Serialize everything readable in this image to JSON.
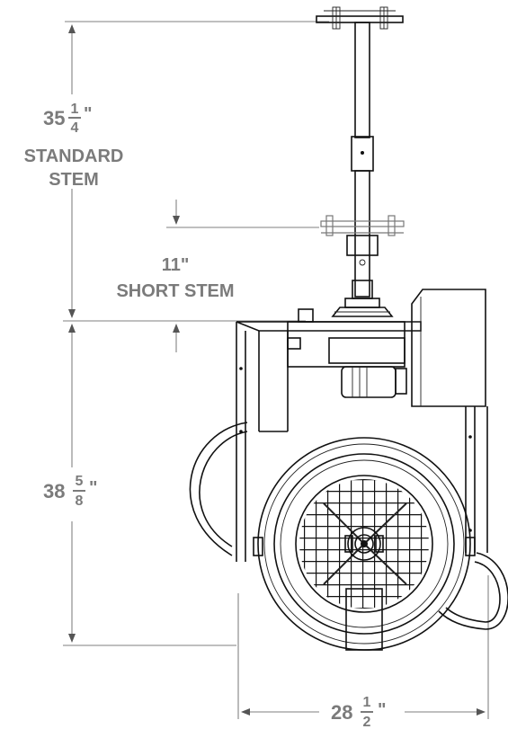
{
  "dimensions": {
    "standard_stem": {
      "whole": "35",
      "numerator": "1",
      "denominator": "4",
      "unit": "\"",
      "label_line1": "STANDARD",
      "label_line2": "STEM"
    },
    "short_stem": {
      "value": "11\"",
      "label": "SHORT STEM"
    },
    "body_height": {
      "whole": "38",
      "numerator": "5",
      "denominator": "8",
      "unit": "\""
    },
    "width": {
      "whole": "28",
      "numerator": "1",
      "denominator": "2",
      "unit": "\""
    }
  }
}
